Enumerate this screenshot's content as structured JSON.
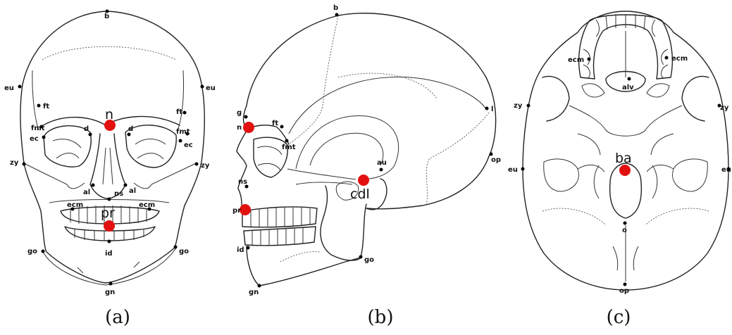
{
  "panels": [
    {
      "id": "a",
      "caption": "(a)",
      "key_landmarks": [
        "n",
        "pr"
      ],
      "landmarks": [
        "b",
        "eu",
        "eu",
        "ft",
        "ft",
        "fmt",
        "fmt",
        "ec",
        "ec",
        "d",
        "d",
        "zy",
        "zy",
        "al",
        "ns",
        "al",
        "ecm",
        "ecm",
        "go",
        "go",
        "id",
        "gn"
      ]
    },
    {
      "id": "b",
      "caption": "(b)",
      "key_landmarks": [
        "n",
        "pr",
        "cdl"
      ],
      "landmarks": [
        "b",
        "g",
        "ft",
        "fmt",
        "l",
        "op",
        "au",
        "ns",
        "id",
        "go",
        "gn"
      ]
    },
    {
      "id": "c",
      "caption": "(c)",
      "key_landmarks": [
        "ba"
      ],
      "landmarks": [
        "ecm",
        "ecm",
        "alv",
        "zy",
        "zy",
        "eu",
        "eu",
        "o",
        "op"
      ]
    }
  ],
  "colors": {
    "key_point": "#e31010",
    "point": "#000000",
    "line": "#222222"
  }
}
